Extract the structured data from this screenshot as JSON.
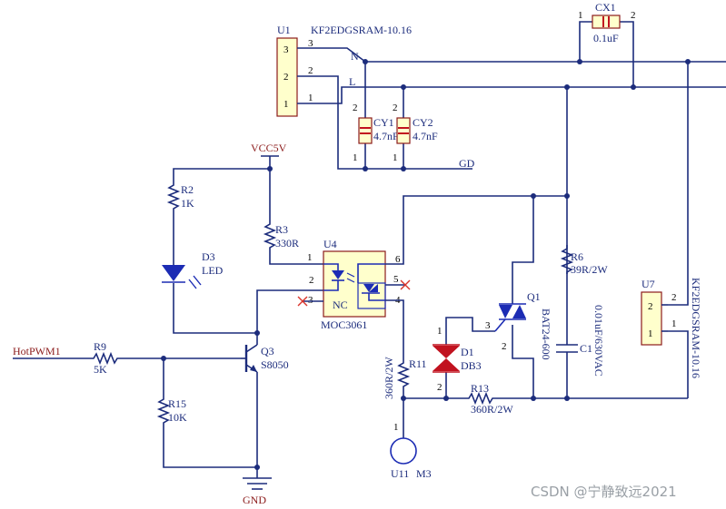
{
  "u1": {
    "ref": "U1",
    "value": "KF2EDGSRAM-10.16",
    "pins": [
      "3",
      "2",
      "1"
    ],
    "net_n": "N",
    "net_l": "L"
  },
  "cx1": {
    "ref": "CX1",
    "value": "0.1uF",
    "pin1": "1",
    "pin2": "2"
  },
  "cy1": {
    "ref": "CY1",
    "value": "4.7nF",
    "pin_top": "2",
    "pin_bottom": "1"
  },
  "cy2": {
    "ref": "CY2",
    "value": "4.7nF",
    "pin_top": "2",
    "pin_bottom": "1"
  },
  "gd_net": "GD",
  "vcc_net": "VCC5V",
  "r2": {
    "ref": "R2",
    "value": "1K"
  },
  "d3": {
    "ref": "D3",
    "value": "LED"
  },
  "r3": {
    "ref": "R3",
    "value": "330R"
  },
  "u4": {
    "ref": "U4",
    "value": "MOC3061",
    "nc": "NC",
    "pins": [
      "1",
      "2",
      "3",
      "4",
      "5",
      "6"
    ]
  },
  "q1": {
    "ref": "Q1",
    "value": "BAT24-600",
    "pin2": "2",
    "pin3": "3"
  },
  "r6": {
    "ref": "R6",
    "value": "39R/2W"
  },
  "c1": {
    "ref": "C1",
    "value": "0.01uF/630VAC"
  },
  "u7": {
    "ref": "U7",
    "value": "KF2EDGSRAM-10.16",
    "pins": [
      "2",
      "1"
    ]
  },
  "hotpwm_net": "HotPWM1",
  "r9": {
    "ref": "R9",
    "value": "5K"
  },
  "q3": {
    "ref": "Q3",
    "value": "S8050"
  },
  "r15": {
    "ref": "R15",
    "value": "10K"
  },
  "gnd_net": "GND",
  "r11": {
    "ref": "R11",
    "value": "360R/2W"
  },
  "d1": {
    "ref": "D1",
    "value": "DB3",
    "pin1": "1",
    "pin2": "2"
  },
  "r13": {
    "ref": "R13",
    "value": "360R/2W"
  },
  "u11": {
    "ref": "U11",
    "value": "M3",
    "pin": "1"
  },
  "watermark": "CSDN @宁静致远2021"
}
